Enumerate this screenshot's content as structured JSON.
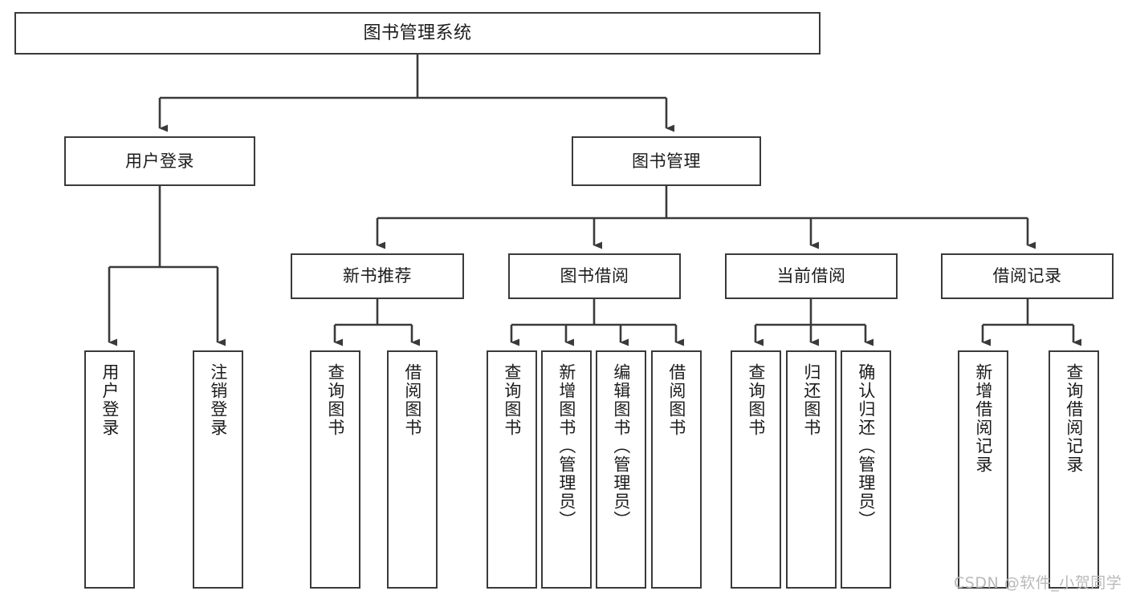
{
  "diagram": {
    "title": "图书管理系统",
    "type": "function-structure-tree",
    "stroke_color": "#3a3a3a",
    "box_fill": "#ffffff",
    "text_color": "#1b1b1b",
    "watermark": {
      "text": "CSDN @软件_小贺同学",
      "color": "#b9b9b9"
    },
    "levels": {
      "level0": [
        {
          "id": "root",
          "label": "图书管理系统"
        }
      ],
      "level1": [
        {
          "id": "user-login",
          "label": "用户登录"
        },
        {
          "id": "book-manage",
          "label": "图书管理"
        }
      ],
      "level2": [
        {
          "id": "new-book-rec",
          "label": "新书推荐"
        },
        {
          "id": "book-borrow",
          "label": "图书借阅"
        },
        {
          "id": "current-borrow",
          "label": "当前借阅"
        },
        {
          "id": "borrow-record",
          "label": "借阅记录"
        }
      ],
      "level3": [
        {
          "id": "leaf-user-login",
          "label": "用户登录",
          "parent": "user-login"
        },
        {
          "id": "leaf-user-logout",
          "label": "注销登录",
          "parent": "user-login"
        },
        {
          "id": "leaf-rec-query",
          "label": "查询图书",
          "parent": "new-book-rec"
        },
        {
          "id": "leaf-rec-borrow",
          "label": "借阅图书",
          "parent": "new-book-rec"
        },
        {
          "id": "leaf-borrow-query",
          "label": "查询图书",
          "parent": "book-borrow"
        },
        {
          "id": "leaf-borrow-add",
          "label": "新增图书（管理员）",
          "parent": "book-borrow"
        },
        {
          "id": "leaf-borrow-edit",
          "label": "编辑图书（管理员）",
          "parent": "book-borrow"
        },
        {
          "id": "leaf-borrow-lend",
          "label": "借阅图书",
          "parent": "book-borrow"
        },
        {
          "id": "leaf-cur-query",
          "label": "查询图书",
          "parent": "current-borrow"
        },
        {
          "id": "leaf-cur-return",
          "label": "归还图书",
          "parent": "current-borrow"
        },
        {
          "id": "leaf-cur-confirm",
          "label": "确认归还（管理员）",
          "parent": "current-borrow"
        },
        {
          "id": "leaf-rec-add",
          "label": "新增借阅记录",
          "parent": "borrow-record"
        },
        {
          "id": "leaf-rec-query-record",
          "label": "查询借阅记录",
          "parent": "borrow-record"
        }
      ]
    }
  }
}
